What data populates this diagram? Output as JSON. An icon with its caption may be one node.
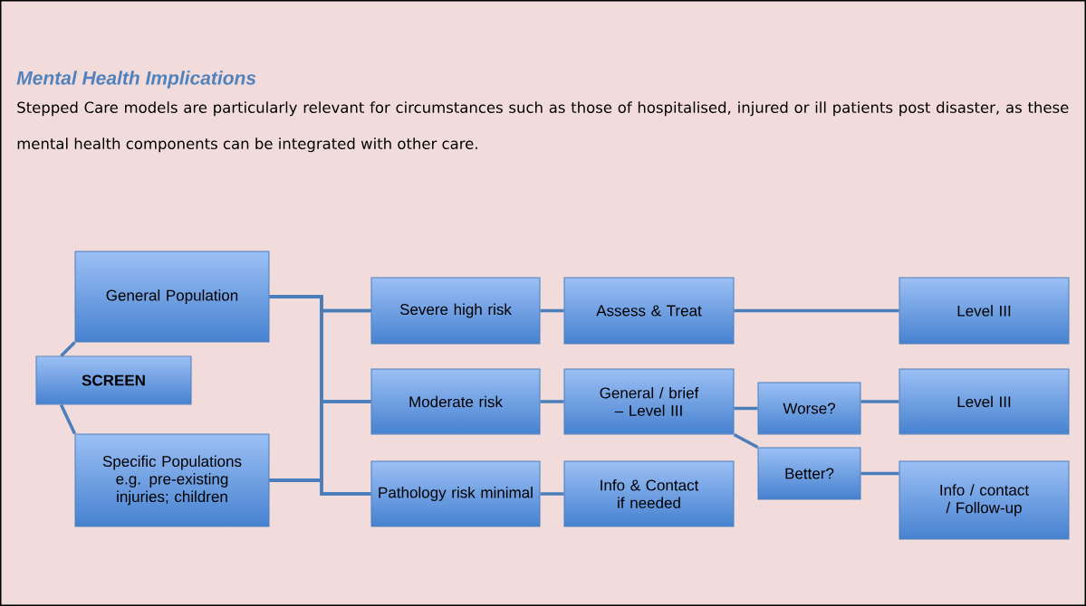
{
  "diagram": {
    "title": "Mental Health Implications",
    "nodes": [
      {
        "text": [
          "General Population"
        ]
      },
      {
        "text": [
          "SCREEN"
        ]
      },
      {
        "text": [
          "Specific Populations e.g. pre-existing injuries; children"
        ]
      },
      {
        "text": [
          "Severe high risk"
        ]
      },
      {
        "text": [
          "Moderate risk"
        ]
      },
      {
        "text": [
          "Pathology risk minimal"
        ]
      },
      {
        "text": [
          "Assess & Treat"
        ]
      },
      {
        "text": [
          "General / brief – Level III"
        ]
      },
      {
        "text": [
          "Info & Contact if needed"
        ]
      },
      {
        "text": [
          "Worse?"
        ]
      },
      {
        "text": [
          "Better?"
        ]
      },
      {
        "text": [
          "Level III"
        ]
      },
      {
        "text": [
          "Level III"
        ]
      },
      {
        "text": [
          "Info / contact / Follow-up"
        ]
      }
    ],
    "edges": [
      {
        "from": 1,
        "to": 0,
        "arrow": "none"
      },
      {
        "from": 1,
        "to": 2,
        "arrow": "none"
      },
      {
        "from": 0,
        "to": 3,
        "arrow": "none"
      },
      {
        "from": 0,
        "to": 4,
        "arrow": "none"
      },
      {
        "from": 0,
        "to": 5,
        "arrow": "none"
      },
      {
        "from": 2,
        "to": 3,
        "arrow": "none"
      },
      {
        "from": 2,
        "to": 4,
        "arrow": "none"
      },
      {
        "from": 2,
        "to": 5,
        "arrow": "none"
      },
      {
        "from": 3,
        "to": 6,
        "arrow": "none"
      },
      {
        "from": 4,
        "to": 7,
        "arrow": "none"
      },
      {
        "from": 5,
        "to": 8,
        "arrow": "none"
      },
      {
        "from": 6,
        "to": 11,
        "arrow": "none"
      },
      {
        "from": 7,
        "to": 9,
        "arrow": "none"
      },
      {
        "from": 7,
        "to": 10,
        "arrow": "none"
      },
      {
        "from": 9,
        "to": 12,
        "arrow": "none"
      },
      {
        "from": 10,
        "to": 13,
        "arrow": "none"
      }
    ],
    "labels": [
      "Stepped Care models are particularly relevant for circumstances such as those of hospitalised, injured or ill patients post disaster, as these mental health components can be integrated with other care."
    ]
  }
}
